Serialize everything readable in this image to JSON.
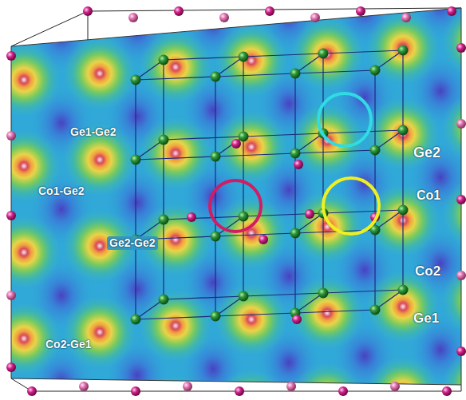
{
  "diagram": {
    "labels": [
      "Ge1-Ge2",
      "Ge2",
      "Co1-Ge2",
      "Co1",
      "Ge2-Ge2",
      "Co2",
      "Co2-Ge1",
      "Ge1"
    ]
  }
}
